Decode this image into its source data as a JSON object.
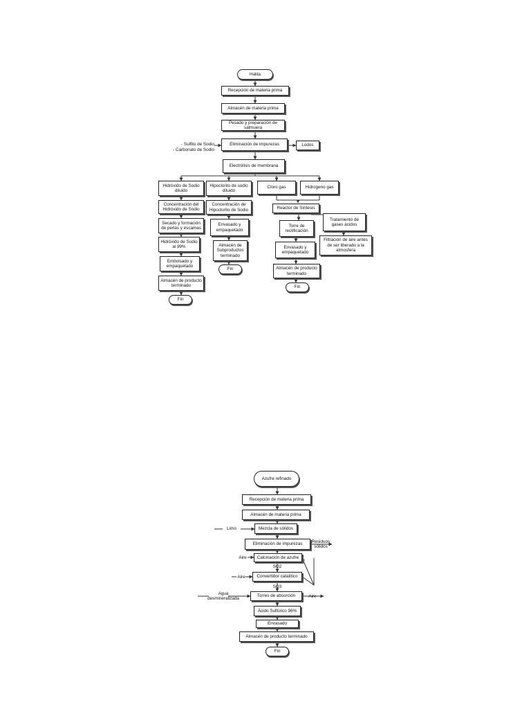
{
  "diagram1": {
    "start": "Halita",
    "recepcion": "Recepción de materia prima",
    "almacen_mp": "Almacén de materia prima",
    "pesado": "Pesado y preparación de salmuera",
    "eliminacion": "Eliminación de impurezas",
    "aditivos_1": "- Sulfito de Sodio",
    "aditivos_2": "- Carbonato de Sodio",
    "lodos": "Lodos",
    "electrolisis": "Electrólisis de membrana",
    "branch_naoh": {
      "b1": "Hidróxido de Sodio diluido",
      "b2": "Concentración del Hidróxido de Sodio",
      "b3": "Secado y formación de perlas y escamas",
      "b4": "Hidróxido de Sodio al 99%",
      "b5": "Embolsado y empaquetado",
      "b6": "Almacén de producto terminado",
      "end": "Fin"
    },
    "branch_naclo": {
      "b1": "Hipoclorito de sodio diluido",
      "b2": "Concentración de Hipoclorito de Sodio",
      "b3": "Envasado y empaquetado",
      "b4": "Almacén de Subproductos terminado",
      "end": "Fin"
    },
    "cloro": "Cloro gas",
    "hidrogeno": "Hidrogeno gas",
    "reactor": "Reactor de Síntesis",
    "tratamiento": "Tratamiento de gases ácidos",
    "filtracion": "Filtración de aire antes de ser liberado a la atmosfera",
    "torre": "Torre de rectificación",
    "envasado_hcl": "Envasado y empaquetado",
    "almacen_hcl": "Almacén de producto terminado",
    "end_hcl": "Fin"
  },
  "diagram2": {
    "start": "Azufre refinado",
    "recepcion": "Recepción de materia prima",
    "almacen_mp": "Almacén de materia prima",
    "mezcla": "Mezcla de sólidos",
    "limo": "Limo",
    "eliminacion": "Eliminación de impurezas",
    "residuos": "Residuos sólidos",
    "calcinacion": "Calcinación de azufre",
    "aire_1": "Aire",
    "so2": "SO2",
    "convertidor": "Convertidor catalítico",
    "aire_2": "Aire",
    "so3": "SO3",
    "torres": "Torres de absorción",
    "agua": "Agua desmineralizada",
    "aire_3": "Aire",
    "acido": "Ácido Sulfúrico 96%",
    "envasado": "Envasado",
    "almacen_pt": "Almacén de producto terminado",
    "end": "Fin"
  }
}
